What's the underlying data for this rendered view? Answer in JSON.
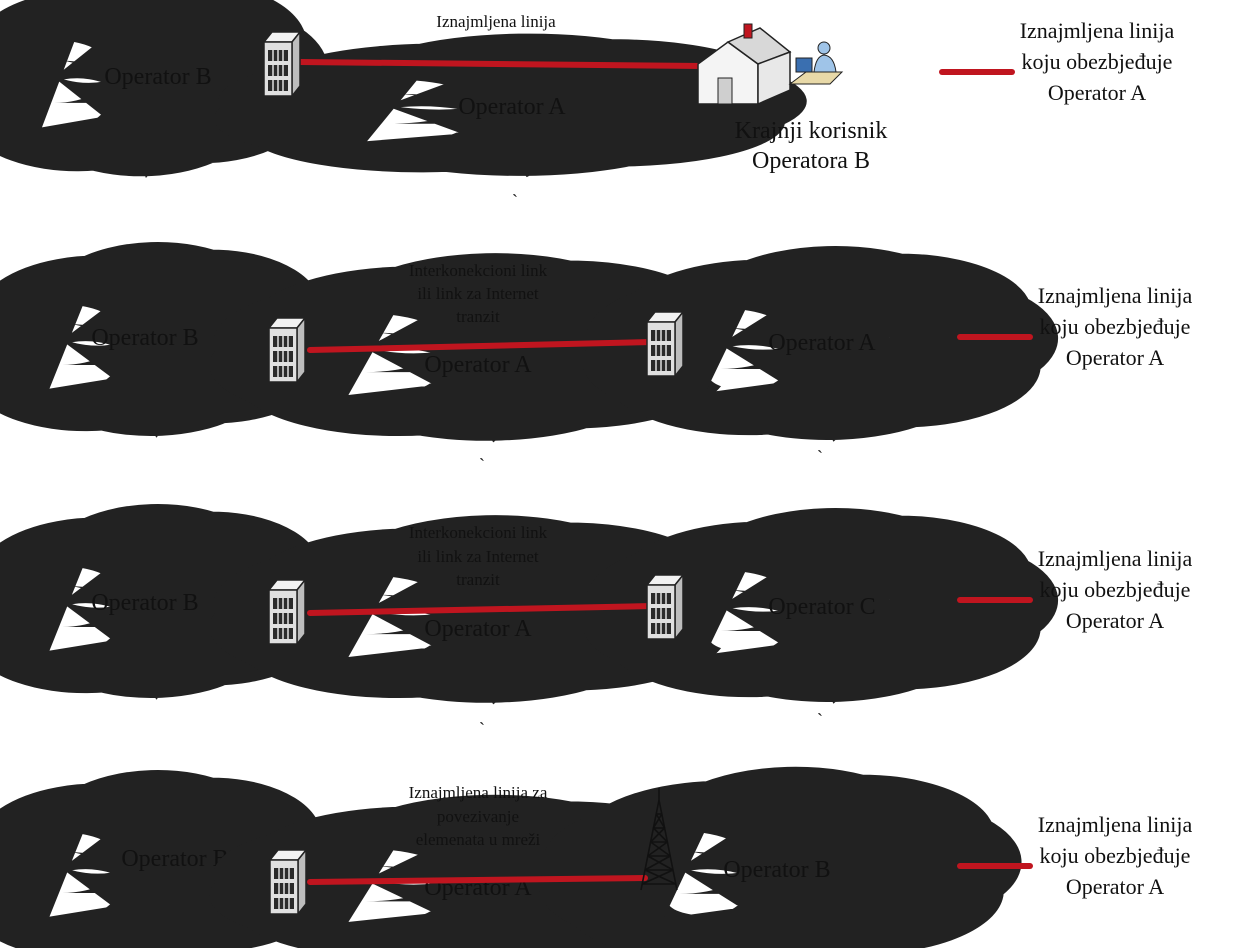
{
  "colors": {
    "link": "#c0151f",
    "cloud_outline": "#222222",
    "pattern_dot": "#e35a6a"
  },
  "icons": [
    "server-icon",
    "house-icon",
    "user-at-computer-icon",
    "antenna-tower-icon",
    "cloud-icon"
  ],
  "rows": [
    {
      "left_cloud": "Operator B",
      "link_label": [
        "Iznajmljena linija"
      ],
      "middle_cloud": "Operator A",
      "endpoint_label": [
        "Krajnji korisnik",
        "Operatora B"
      ],
      "legend": [
        "Iznajmljena linija",
        "koju obezbjeđuje",
        "Operator A"
      ],
      "marks": [
        "`"
      ]
    },
    {
      "left_cloud": "Operator B",
      "link_label": [
        "Interkonekcioni link",
        "ili link za Internet",
        "tranzit"
      ],
      "middle_cloud": "Operator A",
      "right_cloud": "Operator A",
      "legend": [
        "Iznajmljena linija",
        "koju obezbjeđuje",
        "Operator A"
      ],
      "marks": [
        "`",
        "`"
      ]
    },
    {
      "left_cloud": "Operator B",
      "link_label": [
        "Interkonekcioni link",
        "ili link za Internet",
        "tranzit"
      ],
      "middle_cloud": "Operator A",
      "right_cloud": "Operator C",
      "legend": [
        "Iznajmljena linija",
        "koju obezbjeđuje",
        "Operator A"
      ],
      "marks": [
        "`",
        "`"
      ]
    },
    {
      "left_cloud": "Operator B",
      "link_label": [
        "Iznajmljena linija za",
        "povezivanje",
        "elemenata u mreži"
      ],
      "middle_cloud": "Operator A",
      "right_cloud": "Operator B",
      "legend": [
        "Iznajmljena linija",
        "koju obezbjeđuje",
        "Operator A"
      ]
    }
  ]
}
